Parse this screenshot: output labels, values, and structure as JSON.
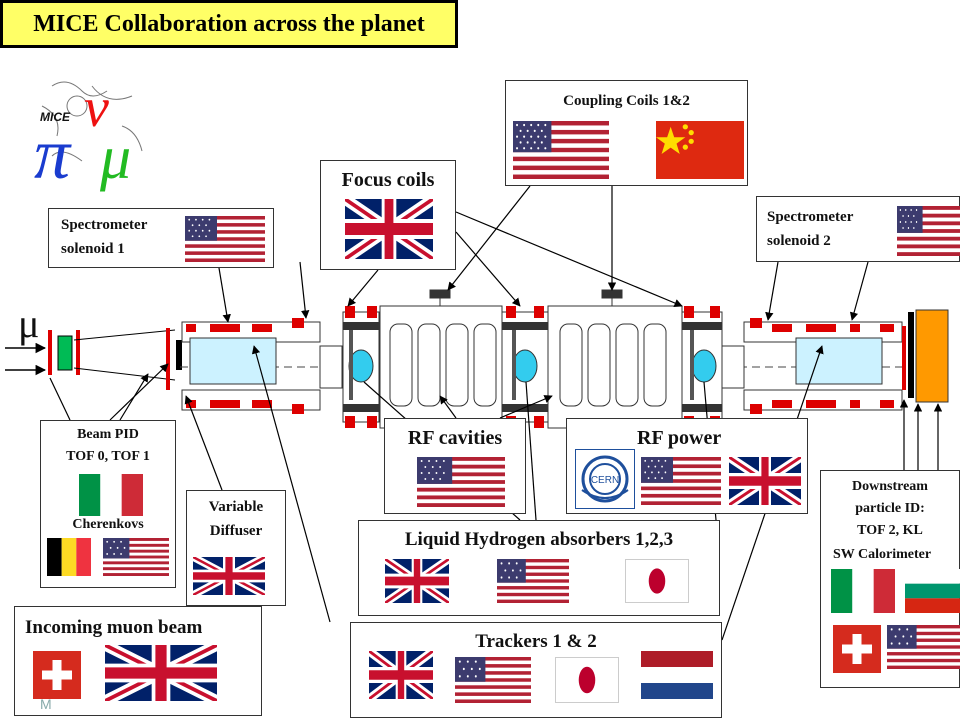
{
  "title": "MICE Collaboration across the planet",
  "logo": {
    "text": "MICE",
    "symbols": "π ν μ"
  },
  "muon_symbol": "μ",
  "labels": {
    "coupling_coils": "Coupling Coils 1&2",
    "focus_coils": "Focus coils",
    "spectrometer1_line1": "Spectrometer",
    "spectrometer1_line2": "solenoid 1",
    "spectrometer2_line1": "Spectrometer",
    "spectrometer2_line2": "solenoid 2",
    "beam_pid_line1": "Beam PID",
    "beam_pid_line2": "TOF 0, TOF 1",
    "cherenkovs": "Cherenkovs",
    "variable_diffuser_line1": "Variable",
    "variable_diffuser_line2": "Diffuser",
    "rf_cavities": "RF cavities",
    "rf_power": "RF power",
    "lh2_absorbers": "Liquid Hydrogen absorbers 1,2,3",
    "downstream_line1": "Downstream",
    "downstream_line2": "particle ID:",
    "downstream_line3": "TOF 2, KL",
    "downstream_line4": "SW Calorimeter",
    "incoming_muon_beam": "Incoming muon beam",
    "trackers": "Trackers 1 & 2",
    "cern_logo": "CERN"
  },
  "flags": {
    "coupling_coils": [
      "USA",
      "China"
    ],
    "focus_coils": [
      "UK"
    ],
    "spectrometer1": [
      "USA"
    ],
    "spectrometer2": [
      "USA"
    ],
    "beam_pid": [
      "Italy",
      "Belgium",
      "USA"
    ],
    "variable_diffuser": [
      "UK"
    ],
    "rf_cavities": [
      "USA"
    ],
    "rf_power": [
      "CERN",
      "USA",
      "UK"
    ],
    "lh2_absorbers": [
      "UK",
      "USA",
      "Japan"
    ],
    "downstream_pid": [
      "Italy",
      "Bulgaria",
      "Switzerland",
      "USA"
    ],
    "incoming_muon_beam": [
      "Switzerland",
      "UK"
    ],
    "trackers": [
      "UK",
      "USA",
      "Japan",
      "Netherlands"
    ]
  },
  "watermark": "M",
  "colors": {
    "title_bg": "#ffff66",
    "magnet_red": "#dd0000",
    "absorber_cyan": "#33ccee",
    "detector_orange": "#ff9900",
    "tracker_fill": "#ccf2ff",
    "pid_green": "#00bb55"
  }
}
